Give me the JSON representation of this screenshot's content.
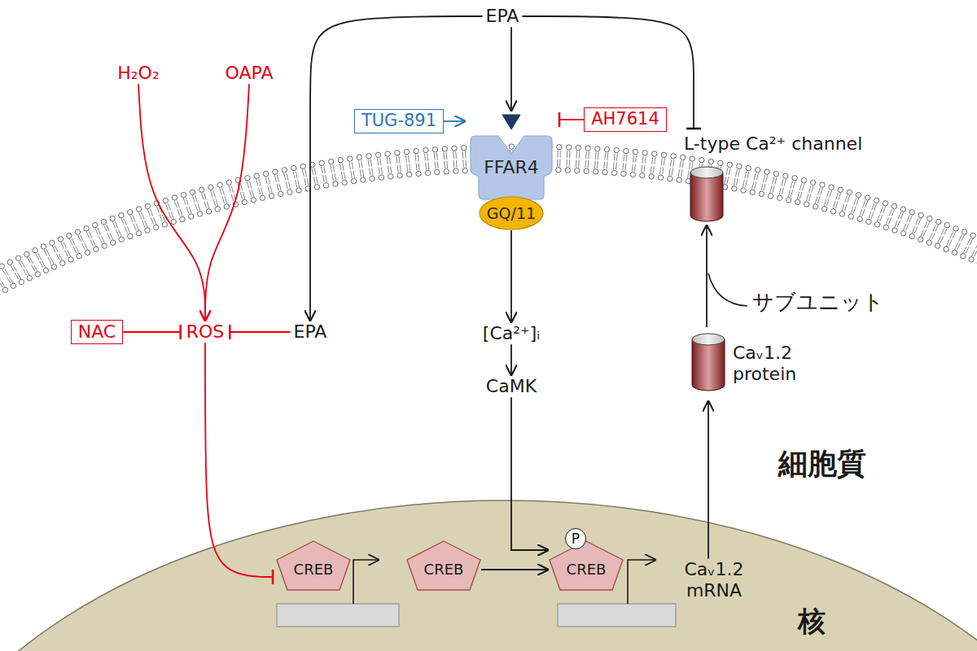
{
  "diagram": {
    "nodes": [
      {
        "text": [
          "EPA"
        ]
      },
      {
        "text": [
          "H₂O₂"
        ]
      },
      {
        "text": [
          "OAPA"
        ]
      },
      {
        "text": [
          "TUG-891"
        ]
      },
      {
        "text": [
          "AH7614"
        ]
      },
      {
        "text": [
          "FFAR4"
        ]
      },
      {
        "text": [
          "GQ/11"
        ]
      },
      {
        "text": [
          "L-type Ca²⁺ channel"
        ]
      },
      {
        "text": [
          "NAC"
        ]
      },
      {
        "text": [
          "ROS"
        ]
      },
      {
        "text": [
          "EPA"
        ]
      },
      {
        "text": [
          "[Ca²⁺]ᵢ"
        ]
      },
      {
        "text": [
          "CaMK"
        ]
      },
      {
        "text": [
          "Caᵥ1.2 protein"
        ]
      },
      {
        "text": [
          "核"
        ]
      },
      {
        "text": [
          "CREB"
        ],
        "in": 14
      },
      {
        "text": [
          "CREB"
        ],
        "in": 14
      },
      {
        "text": [
          "CREB"
        ],
        "in": 14
      },
      {
        "text": [
          "Caᵥ1.2 mRNA"
        ],
        "in": 14
      }
    ],
    "edges": [
      {
        "from": 0,
        "to": 5,
        "arrow": "to"
      },
      {
        "from": 0,
        "to": 10,
        "arrow": "to"
      },
      {
        "from": 0,
        "to": 7,
        "arrow": "to"
      },
      {
        "from": 1,
        "to": 9,
        "arrow": "to"
      },
      {
        "from": 2,
        "to": 9,
        "arrow": "to"
      },
      {
        "from": 3,
        "to": 5,
        "arrow": "to"
      },
      {
        "from": 4,
        "to": 5,
        "arrow": "to"
      },
      {
        "from": 8,
        "to": 9,
        "arrow": "to"
      },
      {
        "from": 10,
        "to": 9,
        "arrow": "to"
      },
      {
        "from": 9,
        "to": 15,
        "arrow": "to"
      },
      {
        "from": 6,
        "to": 11,
        "arrow": "to"
      },
      {
        "from": 11,
        "to": 12,
        "arrow": "to"
      },
      {
        "from": 12,
        "to": 17,
        "arrow": "to"
      },
      {
        "from": 16,
        "to": 17,
        "arrow": "to"
      },
      {
        "from": 18,
        "to": 13,
        "arrow": "to"
      },
      {
        "from": 13,
        "to": 7,
        "arrow": "to"
      }
    ],
    "labels": [
      "サブユニット",
      "細胞質",
      "P"
    ]
  }
}
